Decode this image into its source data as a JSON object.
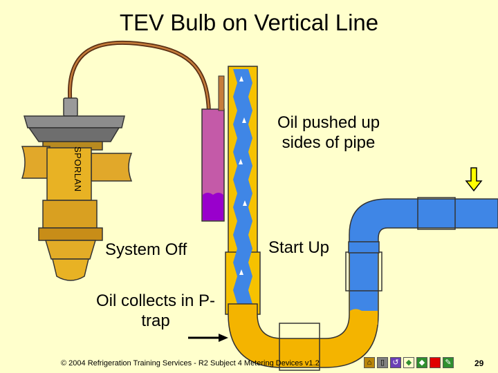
{
  "title": "TEV Bulb on Vertical Line",
  "labels": {
    "oil_pushed": "Oil pushed up sides of pipe",
    "system_off": "System Off",
    "start_up": "Start Up",
    "oil_collects": "Oil collects in P-trap"
  },
  "valve": {
    "brand": "SPORLAN"
  },
  "footer": "© 2004 Refrigeration Training Services - R2 Subject 4 Metering Devices v1.2",
  "page_number": "29",
  "nav_icons": [
    "home-icon",
    "document-icon",
    "return-icon",
    "back-icon",
    "forward-icon",
    "stop-icon",
    "pencil-icon"
  ],
  "colors": {
    "background": "#FFFFCC",
    "pipe": "#F6C200",
    "pipe_flow": "#3F86E6",
    "oil": "#F4B400",
    "bulb": "#C45AA8",
    "bulb_liquid": "#9900CC",
    "arrow": "#FFFF00"
  }
}
